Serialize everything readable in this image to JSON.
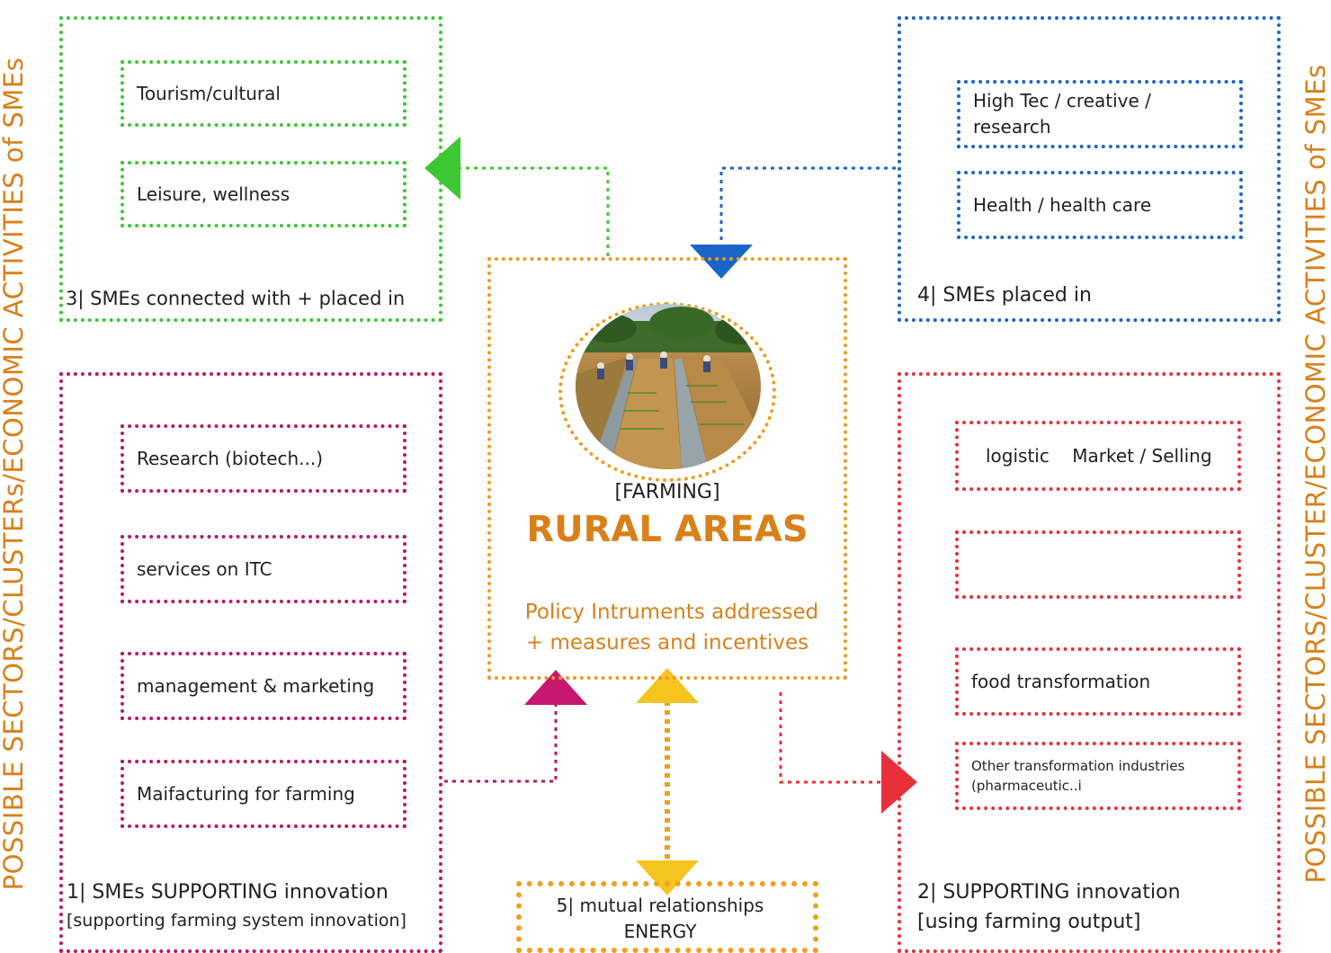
{
  "side_left": "POSSIBLE SECTORS/CLUSTERs/ECONOMIC ACTIVITIES of SMEs",
  "side_right": "POSSIBLE SECTORS/CLUSTER/ECONOMIC ACTIVITIES of SMEs",
  "box3": {
    "title": "3| SMEs connected with  + placed in",
    "items": [
      "Tourism/cultural",
      "Leisure, wellness"
    ]
  },
  "box4": {
    "title": "4| SMEs placed in",
    "items": [
      "High Tec / creative / research",
      "Health / health care"
    ]
  },
  "box1": {
    "title": "1| SMEs SUPPORTING innovation",
    "subtitle": "[supporting farming system innovation]",
    "items": [
      "Research (biotech...)",
      "services on ITC",
      "management & marketing",
      "Maifacturing for farming"
    ]
  },
  "box2": {
    "title": "2| SUPPORTING innovation",
    "subtitle": "[using farming output]",
    "items": [
      "logistic    Market / Selling",
      "",
      "food transformation",
      "Other transformation industries (pharmaceutic..i"
    ]
  },
  "center": {
    "tag": "[FARMING]",
    "title": "RURAL AREAS",
    "policy_line1": "Policy Intruments addressed",
    "policy_line2": "+ measures and incentives"
  },
  "box5": {
    "line1": "5| mutual relationships",
    "line2": "ENERGY"
  },
  "colors": {
    "green": "#3cc832",
    "blue": "#1a66c8",
    "magenta": "#b8176a",
    "red": "#e8303a",
    "orange": "#f09a1a",
    "yellow": "#f5c41f",
    "side_text": "#d9801a",
    "title_text": "#d9801a"
  },
  "image": "farming-field-photo"
}
